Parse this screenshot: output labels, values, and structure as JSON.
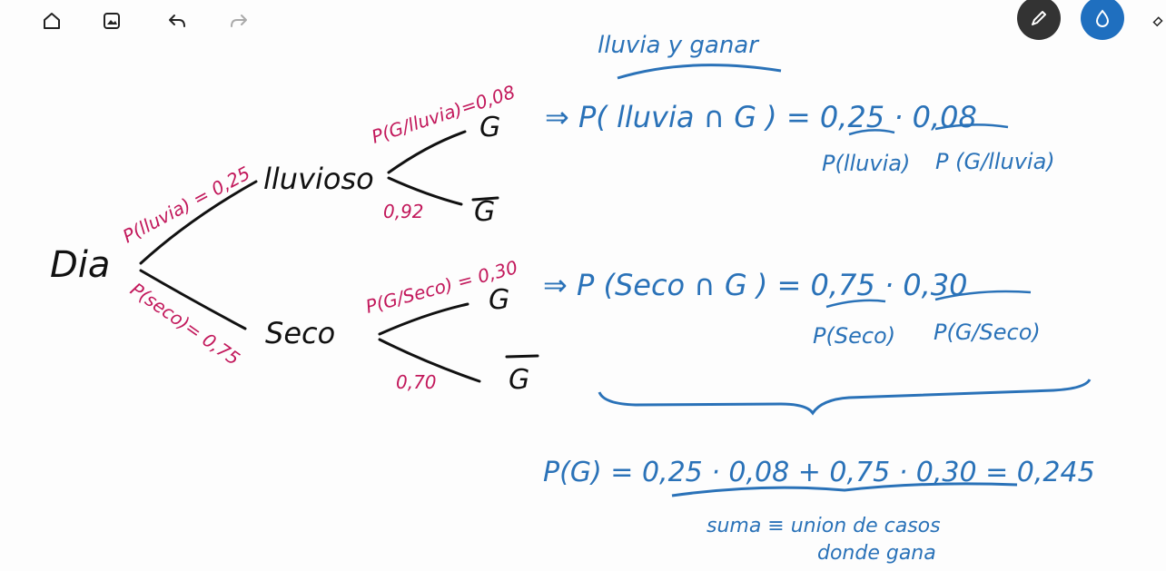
{
  "toolbar": {
    "left_icons": [
      "home-icon",
      "image-icon",
      "undo-icon",
      "redo-icon"
    ],
    "right_icons": [
      "pen-tool-icon",
      "ink-drop-icon",
      "eraser-icon"
    ],
    "active_tool_color": "#1f6fbf",
    "pen_button_color": "#333333"
  },
  "colors": {
    "black_ink": "#111111",
    "red_ink": "#c2185b",
    "blue_ink": "#2a72b8"
  },
  "tree": {
    "root": "Dia",
    "branch_top_label": "P(lluvia) = 0,25",
    "branch_bottom_label": "P(seco)= 0,75",
    "node_top": "lluvioso",
    "node_bottom": "Seco",
    "top_win_prob": "P(G/lluvia)=0,08",
    "top_lose_prob": "0,92",
    "bottom_win_prob": "P(G/Seco) = 0,30",
    "bottom_lose_prob": "0,70",
    "leaf_win": "G",
    "leaf_lose": "G"
  },
  "notes": {
    "title": "lluvia y ganar",
    "eq1": "⇒ P( lluvia ∩ G ) = 0,25 · 0,08",
    "eq1_sub_a": "P(lluvia)",
    "eq1_sub_b": "P (G/lluvia)",
    "eq2": "⇒ P (Seco ∩ G ) = 0,75 · 0,30",
    "eq2_sub_a": "P(Seco)",
    "eq2_sub_b": "P(G/Seco)",
    "eq3": "P(G) = 0,25 · 0,08 + 0,75 · 0,30 = 0,245",
    "footer1": "suma ≡ union de casos",
    "footer2": "donde gana"
  }
}
